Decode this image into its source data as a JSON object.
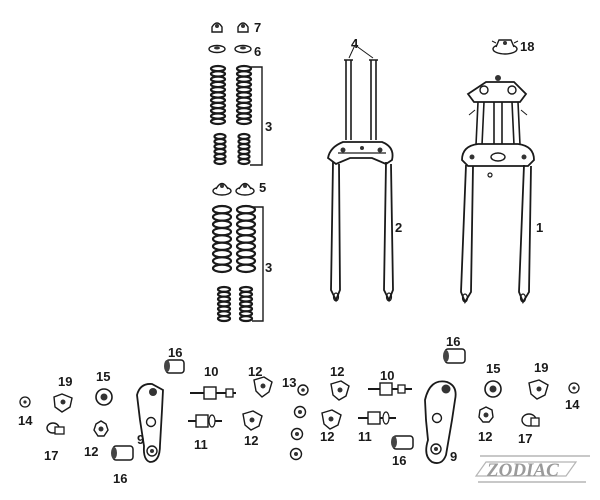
{
  "diagram": {
    "callouts": [
      {
        "id": "c7",
        "text": "7"
      },
      {
        "id": "c6",
        "text": "6"
      },
      {
        "id": "c3a",
        "text": "3"
      },
      {
        "id": "c5",
        "text": "5"
      },
      {
        "id": "c3b",
        "text": "3"
      },
      {
        "id": "c4",
        "text": "4"
      },
      {
        "id": "c2",
        "text": "2"
      },
      {
        "id": "c18",
        "text": "18"
      },
      {
        "id": "c1",
        "text": "1"
      },
      {
        "id": "c16a",
        "text": "16"
      },
      {
        "id": "c10a",
        "text": "10"
      },
      {
        "id": "c12a",
        "text": "12"
      },
      {
        "id": "c13",
        "text": "13"
      },
      {
        "id": "c12b",
        "text": "12"
      },
      {
        "id": "c10b",
        "text": "10"
      },
      {
        "id": "c16b",
        "text": "16"
      },
      {
        "id": "c15a",
        "text": "15"
      },
      {
        "id": "c19a",
        "text": "19"
      },
      {
        "id": "c19b",
        "text": "19"
      },
      {
        "id": "c15b",
        "text": "15"
      },
      {
        "id": "c14a",
        "text": "14"
      },
      {
        "id": "c14b",
        "text": "14"
      },
      {
        "id": "c17a",
        "text": "17"
      },
      {
        "id": "c12c",
        "text": "12"
      },
      {
        "id": "c9a",
        "text": "9"
      },
      {
        "id": "c11a",
        "text": "11"
      },
      {
        "id": "c12d",
        "text": "12"
      },
      {
        "id": "c12e",
        "text": "12"
      },
      {
        "id": "c11b",
        "text": "11"
      },
      {
        "id": "c16c",
        "text": "16"
      },
      {
        "id": "c9b",
        "text": "9"
      },
      {
        "id": "c12f",
        "text": "12"
      },
      {
        "id": "c17b",
        "text": "17"
      },
      {
        "id": "c16d",
        "text": "16"
      }
    ],
    "logo": {
      "text": "ZODIAC"
    }
  }
}
